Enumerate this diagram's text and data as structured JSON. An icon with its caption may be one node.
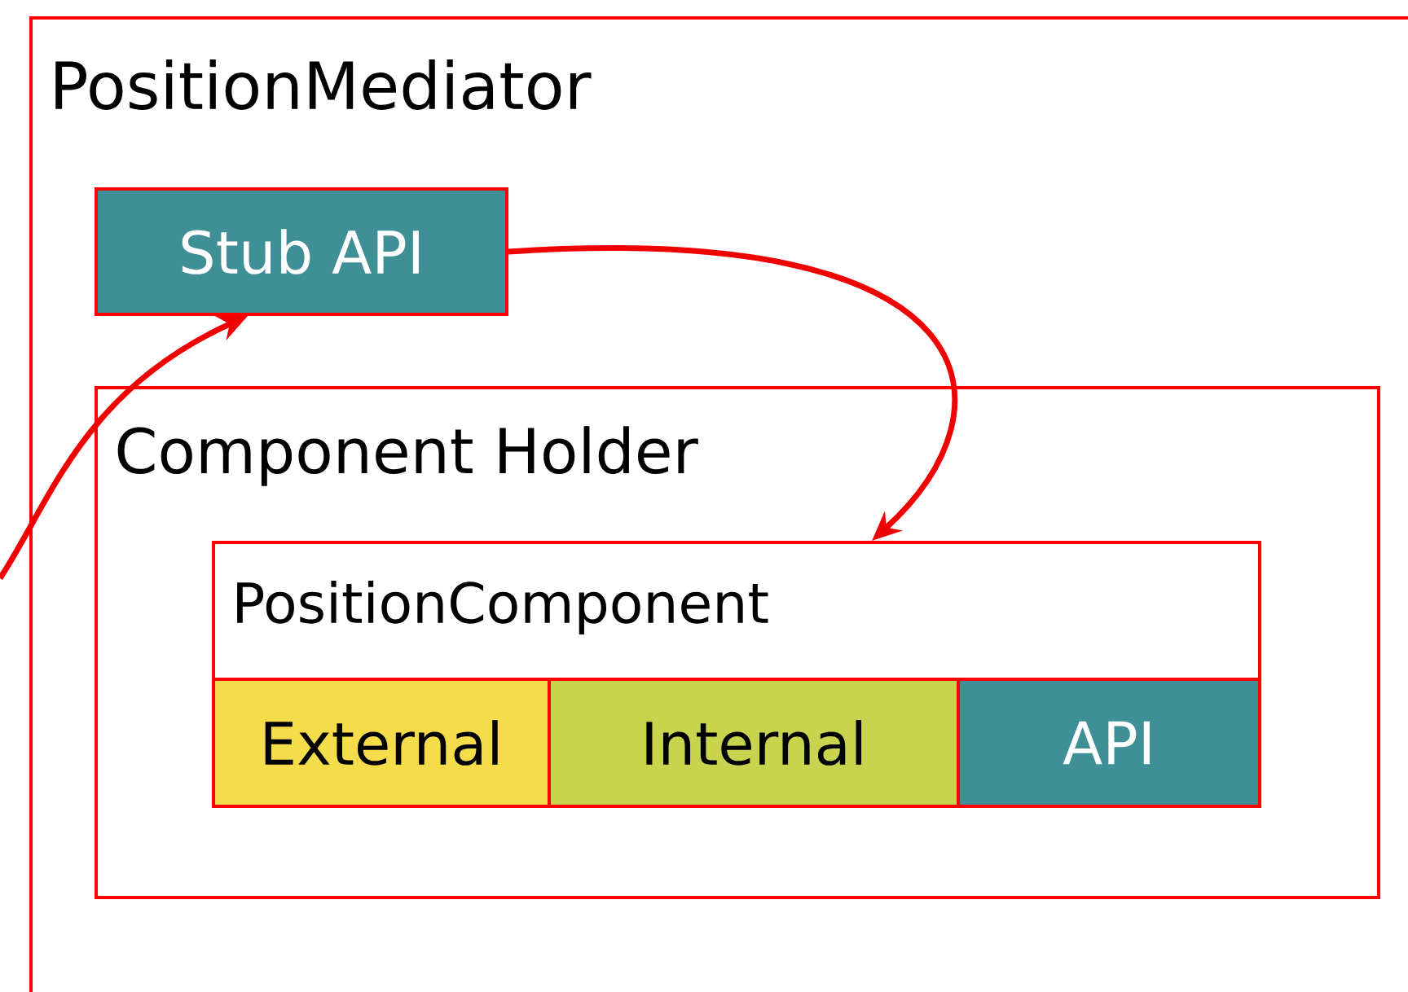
{
  "diagram": {
    "nodes": [
      {
        "text": [
          "PositionMediator"
        ]
      },
      {
        "text": [
          "Stub API"
        ],
        "in": 0
      },
      {
        "text": [
          "Component Holder"
        ],
        "in": 0
      },
      {
        "text": [
          "PositionComponent"
        ],
        "in": 2
      },
      {
        "text": [
          "External"
        ],
        "in": 3
      },
      {
        "text": [
          "Internal"
        ],
        "in": 3
      },
      {
        "text": [
          "API"
        ],
        "in": 3
      }
    ],
    "edges": [
      {
        "from": null,
        "to": 1,
        "arrow": "to"
      },
      {
        "from": 1,
        "to": 3,
        "arrow": "to"
      }
    ]
  }
}
